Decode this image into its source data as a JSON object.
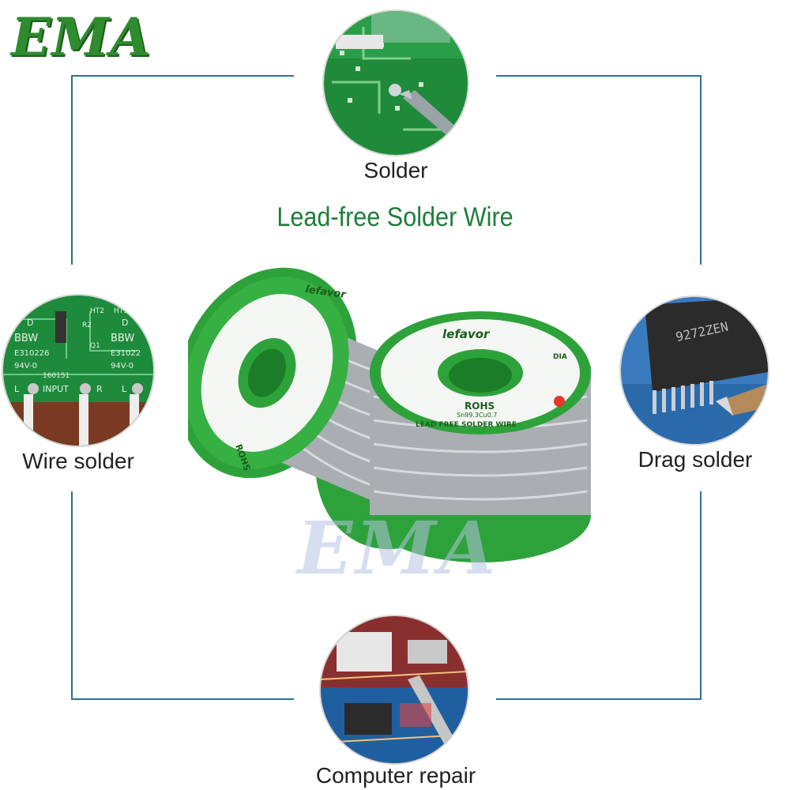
{
  "brand": {
    "logo_text": "EMA",
    "watermark_text": "EMA"
  },
  "headline": "Lead-free Solder Wire",
  "applications": [
    {
      "id": "solder",
      "label": "Solder"
    },
    {
      "id": "wire-solder",
      "label": "Wire solder"
    },
    {
      "id": "drag-solder",
      "label": "Drag solder"
    },
    {
      "id": "computer-repair",
      "label": "Computer repair"
    }
  ],
  "spool": {
    "brand": "lefavor",
    "rohs": "ROHS",
    "text": "LEAD FREE SOLDER WIRE",
    "alloy": "Sn99.3Cu0.7",
    "dia_label": "DIA"
  },
  "pcb_labels": {
    "left": [
      "BBW",
      "E310226",
      "94V-0",
      "INPUT",
      "160151",
      "L",
      "R",
      "D",
      "Q1",
      "R2",
      "HT2"
    ],
    "right": [
      "BBW",
      "E31022",
      "94V-0",
      "L",
      "D",
      "HT1"
    ]
  },
  "chip_marking": "9272ZEN",
  "colors": {
    "frame": "#2f6f9a",
    "headline": "#1f7d3a",
    "spool_green": "#2ea23a",
    "logo_green": "#2e8b2e"
  }
}
